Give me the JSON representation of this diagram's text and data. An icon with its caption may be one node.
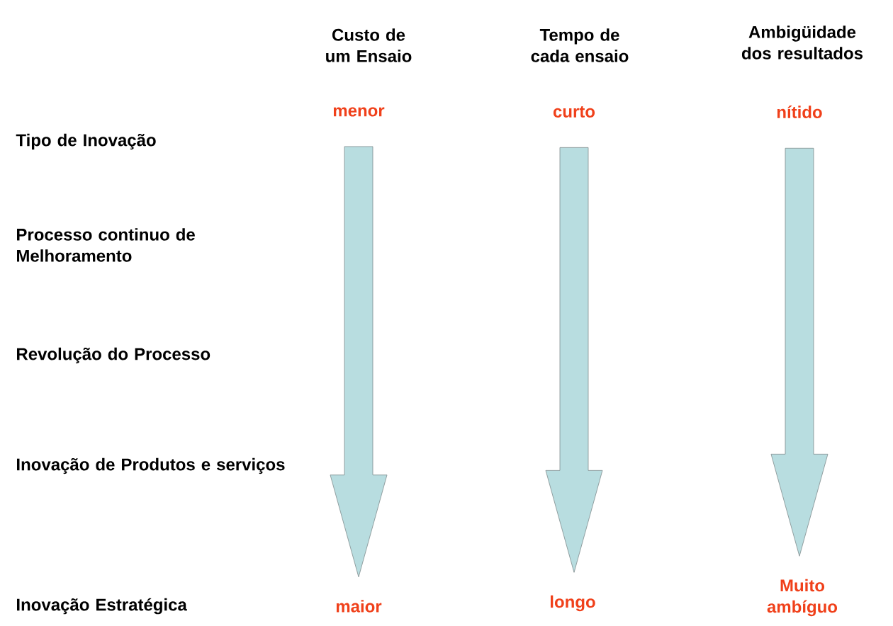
{
  "diagram": {
    "nodes": [
      {
        "text": [
          "menor"
        ]
      },
      {
        "text": [
          "maior"
        ]
      },
      {
        "text": [
          "curto"
        ]
      },
      {
        "text": [
          "longo"
        ]
      },
      {
        "text": [
          "nítido"
        ]
      },
      {
        "text": [
          "Muito ambíguo"
        ]
      }
    ],
    "edges": [
      {
        "from": 0,
        "to": 1,
        "arrow": "to"
      },
      {
        "from": 2,
        "to": 3,
        "arrow": "to"
      },
      {
        "from": 4,
        "to": 5,
        "arrow": "to"
      }
    ],
    "labels": [
      "Custo de um Ensaio",
      "Tempo de cada ensaio",
      "Ambigüidade dos resultados",
      "Tipo de Inovação",
      "Processo continuo de Melhoramento",
      "Revolução do Processo",
      "Inovação de Produtos e serviços",
      "Inovação Estratégica"
    ]
  }
}
